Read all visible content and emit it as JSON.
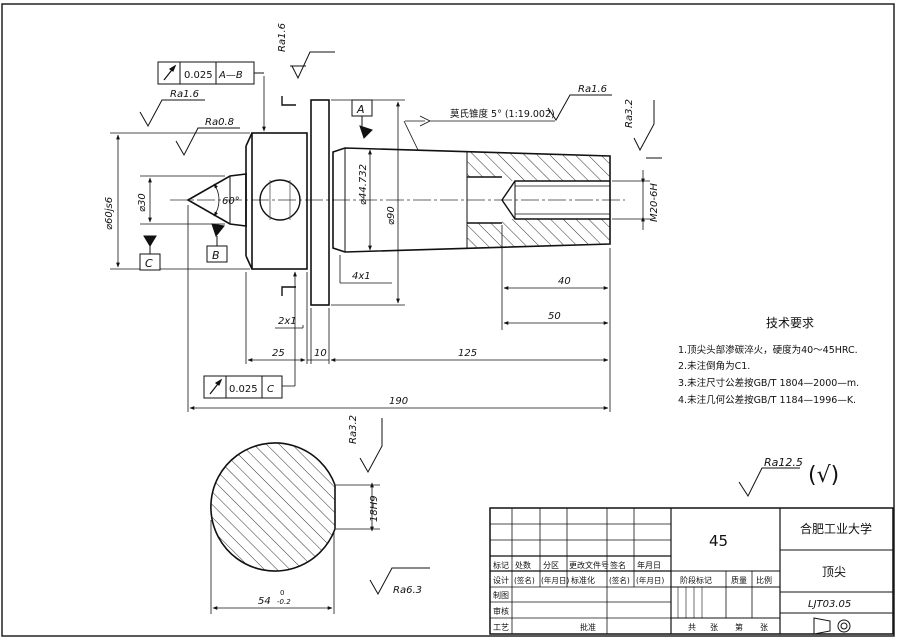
{
  "drawing": {
    "callouts": {
      "ra_1_6_top": "Ra1.6",
      "ra_1_6_left": "Ra1.6",
      "ra_0_8": "Ra0.8",
      "ra_1_6_taper": "Ra1.6",
      "ra_3_2_right": "Ra3.2",
      "ra_3_2_section": "Ra3.2",
      "ra_6_3": "Ra6.3",
      "ra_12_5": "Ra12.5",
      "ra_12_5_paren": "(√)",
      "taper_note": "莫氏锥度 5° (1:19.002)"
    },
    "tolerance_frames": {
      "top": {
        "value": "0.025",
        "datum": "A—B"
      },
      "bottom": {
        "value": "0.025",
        "datum": "C"
      }
    },
    "datums": {
      "a": "A",
      "b": "B",
      "c": "C"
    },
    "dims": {
      "d60": "⌀60js6",
      "d30": "⌀30",
      "angle": "60°",
      "d44": "⌀44.732",
      "d90": "⌀90",
      "m20": "M20-6H",
      "chamfer": "4x1",
      "undercut": "2x1",
      "l40": "40",
      "l50": "50",
      "l25": "25",
      "l10": "10",
      "l125": "125",
      "l190": "190",
      "h18": "18H9",
      "w54": "54",
      "w54_upper": "0",
      "w54_lower": "-0.2"
    },
    "notes": {
      "title": "技术要求",
      "items": [
        "1.顶尖头部渗碳淬火，硬度为40～45HRC.",
        "2.未注倒角为C1.",
        "3.未注尺寸公差按GB/T 1804—2000—m.",
        "4.未注几何公差按GB/T 1184—1996—K."
      ]
    }
  },
  "title_block": {
    "material": "45",
    "school": "合肥工业大学",
    "part_name": "顶尖",
    "drawing_no": "LJT03.05",
    "row_labels": [
      "标记",
      "处数",
      "分区",
      "更改文件号",
      "签名",
      "年月日"
    ],
    "row2": [
      "设计",
      "(签名)",
      "(年月日)",
      "标准化",
      "(签名)",
      "(年月日)"
    ],
    "left_rows": [
      "制图",
      "审核",
      "工艺"
    ],
    "approve": "批准",
    "stage_labels": [
      "阶段标记",
      "质量",
      "比例"
    ],
    "sheet_labels": [
      "共",
      "张",
      "第",
      "张"
    ]
  }
}
